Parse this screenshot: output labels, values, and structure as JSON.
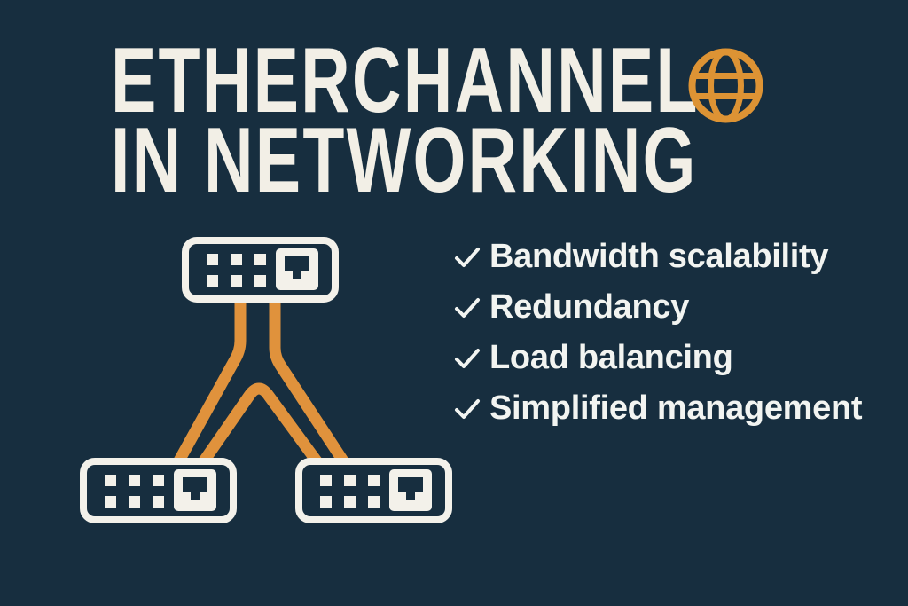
{
  "title": {
    "line1": "ETHERCHANNEL",
    "line2": "IN NETWORKING"
  },
  "checklist": {
    "items": [
      {
        "label": "Bandwidth scalability"
      },
      {
        "label": "Redundancy"
      },
      {
        "label": "Load balancing"
      },
      {
        "label": "Simplified management"
      }
    ]
  },
  "diagram": {
    "nodes": [
      "switch-top",
      "switch-bottom-left",
      "switch-bottom-right"
    ],
    "links": [
      "bundle-left-link-1",
      "bundle-left-link-2",
      "bundle-right-link-1",
      "bundle-right-link-2"
    ]
  },
  "icons": {
    "globe": "globe-icon",
    "switch": "network-switch-icon",
    "check": "checkmark-icon"
  },
  "colors": {
    "background": "#172e3f",
    "accent_orange": "#e0923c",
    "globe_orange": "#dd9334",
    "title_cream": "#f2efe6",
    "list_text": "#f2f4f1",
    "switch_stroke": "#f3f1ea"
  }
}
